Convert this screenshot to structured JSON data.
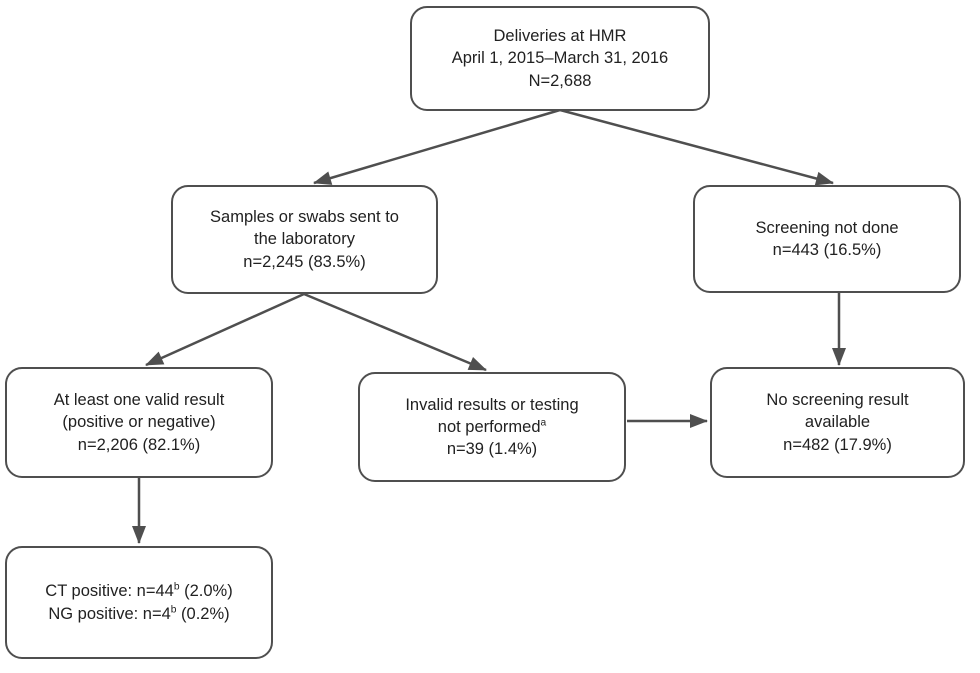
{
  "nodes": {
    "deliveries": {
      "line1": "Deliveries at HMR",
      "line2": "April 1, 2015–March 31, 2016",
      "line3": "N=2,688"
    },
    "samples": {
      "line1": "Samples or swabs sent to",
      "line2": "the laboratory",
      "line3": "n=2,245 (83.5%)"
    },
    "screening_not_done": {
      "line1": "Screening not done",
      "line2": "n=443 (16.5%)"
    },
    "valid_result": {
      "line1": "At least one valid result",
      "line2": "(positive or negative)",
      "line3": "n=2,206 (82.1%)"
    },
    "invalid_results": {
      "line1": "Invalid results or testing",
      "line2_text": "not performed",
      "line2_sup": "a",
      "line3": "n=39 (1.4%)"
    },
    "no_screening_result": {
      "line1": "No screening result",
      "line2": "available",
      "line3": "n=482 (17.9%)"
    },
    "positives": {
      "line1_text": "CT positive: n=44",
      "line1_sup": "b",
      "line1_rest": " (2.0%)",
      "line2_text": "NG positive: n=4",
      "line2_sup": "b",
      "line2_rest": " (0.2%)"
    }
  },
  "edges": [
    {
      "from": "deliveries",
      "to": "samples"
    },
    {
      "from": "deliveries",
      "to": "screening_not_done"
    },
    {
      "from": "samples",
      "to": "valid_result"
    },
    {
      "from": "samples",
      "to": "invalid_results"
    },
    {
      "from": "screening_not_done",
      "to": "no_screening_result"
    },
    {
      "from": "invalid_results",
      "to": "no_screening_result"
    },
    {
      "from": "valid_result",
      "to": "positives"
    }
  ],
  "colors": {
    "border": "#4f4f4f",
    "arrow": "#4f4f4f",
    "text": "#212121",
    "background": "#ffffff"
  }
}
